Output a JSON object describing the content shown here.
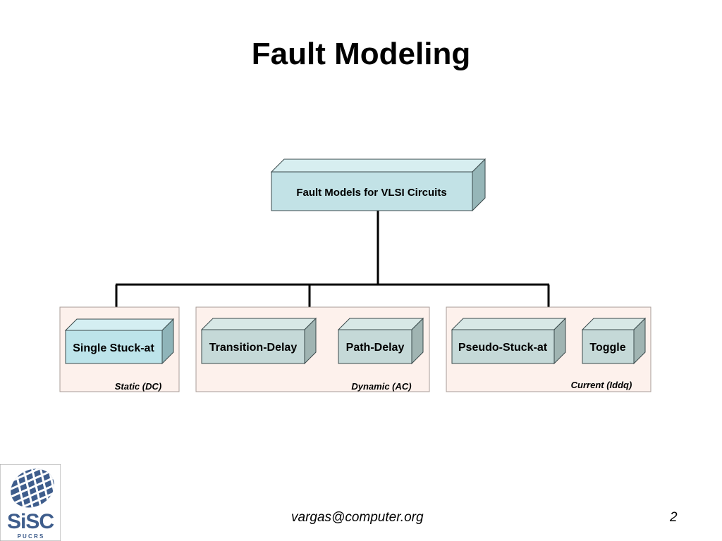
{
  "slide": {
    "title": "Fault Modeling",
    "footer_email": "vargas@computer.org",
    "page_number": "2"
  },
  "logo": {
    "name": "SiSC",
    "text": "SiSC",
    "subtext": "P U C R S"
  },
  "diagram": {
    "root": {
      "label": "Fault Models for VLSI Circuits"
    },
    "groups": [
      {
        "caption": "Static (DC)",
        "models": [
          {
            "label": "Single Stuck-at"
          }
        ]
      },
      {
        "caption": "Dynamic (AC)",
        "models": [
          {
            "label": "Transition-Delay"
          },
          {
            "label": "Path-Delay"
          }
        ]
      },
      {
        "caption": "Current (Iddq)",
        "models": [
          {
            "label": "Pseudo-Stuck-at"
          },
          {
            "label": "Toggle"
          }
        ]
      }
    ],
    "colors": {
      "root_face": "#c2e2e6",
      "root_top": "#d7eef0",
      "root_side": "#96b6b8",
      "single_face": "#bde4ea",
      "model_face": "#c5d9d8",
      "model_top": "#d8e8e6",
      "model_side": "#a0b4b2",
      "group_fill": "#fdf1ec",
      "group_border": "#a89c97",
      "connector": "#000000"
    }
  }
}
